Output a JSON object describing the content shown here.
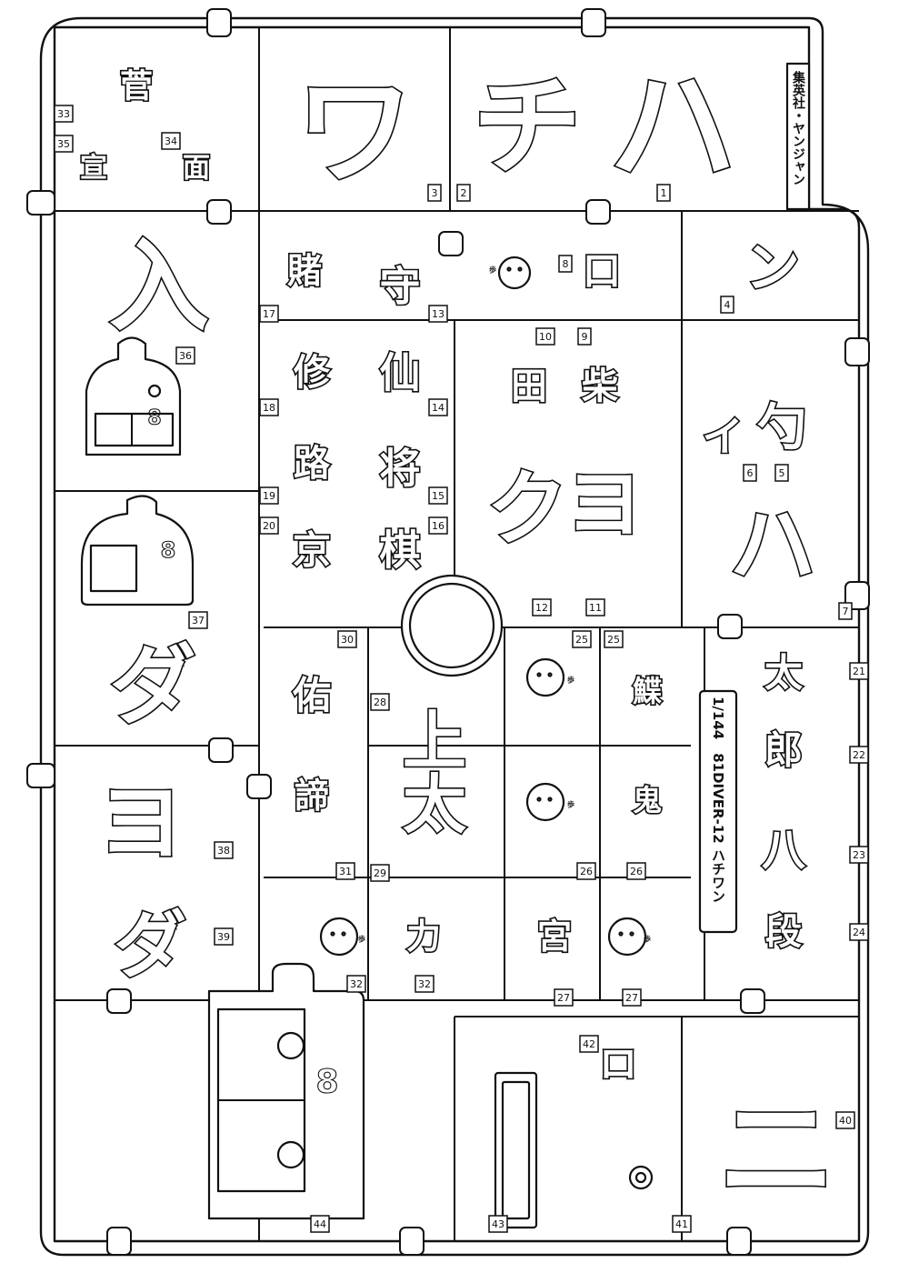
{
  "publisher_label": "集英社・ヤンジャン",
  "kit_title": "1/144　81DIVER-12 ハチワン",
  "walk_mark": "歩",
  "face_number": "8",
  "part_numbers": [
    "1",
    "2",
    "3",
    "4",
    "5",
    "6",
    "7",
    "8",
    "9",
    "10",
    "11",
    "12",
    "13",
    "14",
    "15",
    "16",
    "17",
    "18",
    "19",
    "20",
    "21",
    "22",
    "23",
    "24",
    "25",
    "25",
    "26",
    "26",
    "27",
    "27",
    "28",
    "29",
    "30",
    "31",
    "32",
    "32",
    "33",
    "34",
    "35",
    "36",
    "37",
    "38",
    "39",
    "40",
    "41",
    "42",
    "43",
    "44"
  ],
  "glyph_parts": {
    "p1": "ハ",
    "p2": "チ",
    "p3": "ワ",
    "p4": "ン",
    "p5": "勺",
    "p6": "イ",
    "p7": "ハ",
    "p8": "口",
    "p9": "柴",
    "p10": "田",
    "p11": "ヨ",
    "p12": "ク",
    "p13": "守",
    "p14": "仙",
    "p15": "将",
    "p16": "棋",
    "p17": "賭",
    "p18": "修",
    "p19": "路",
    "p20": "京",
    "p21": "太",
    "p22": "郎",
    "p23": "八",
    "p24": "段",
    "p25": "鰈",
    "p26": "鬼",
    "p27": "宮",
    "p28": "上",
    "p29": "太",
    "p30": "佑",
    "p31": "諦",
    "p32": "力",
    "p33": "菅",
    "p34": "面",
    "p35": "宣",
    "p36": "入",
    "p37": "ダ",
    "p38": "ヨ",
    "p39": "ダ",
    "p40": "ニ",
    "p42": "ロ",
    "p43": "ー"
  }
}
